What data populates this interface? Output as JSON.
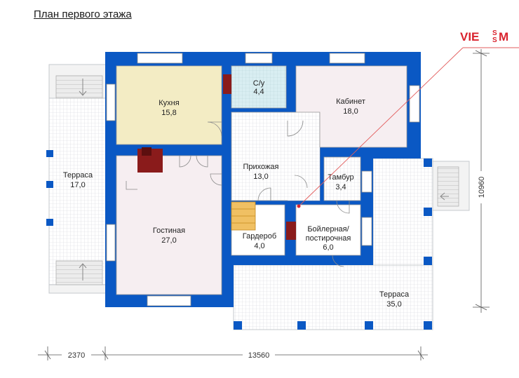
{
  "title": "План первого этажа",
  "logo": {
    "brand": "VIE",
    "letters_stack": [
      "S",
      "S"
    ],
    "tail": "M",
    "color": "#d9232e"
  },
  "colors": {
    "wall": "#0a58c4",
    "kitchen": "#f3ecc4",
    "room": "#f6eef1",
    "bath": "#d9eef2",
    "terrace_grid": "#cfd3d8",
    "hall": "#ffffff",
    "stairs": "#f0c063",
    "stove": "#8a1b1b"
  },
  "rooms": {
    "kitchen": {
      "name": "Кухня",
      "area": "15,8"
    },
    "bathroom": {
      "name": "С/у",
      "area": "4,4"
    },
    "office": {
      "name": "Кабинет",
      "area": "18,0"
    },
    "hall": {
      "name": "Прихожая",
      "area": "13,0"
    },
    "vestibule": {
      "name": "Тамбур",
      "area": "3,4"
    },
    "living": {
      "name": "Гостиная",
      "area": "27,0"
    },
    "wardrobe": {
      "name": "Гардероб",
      "area": "4,0"
    },
    "boiler": {
      "name_line1": "Бойлерная/",
      "name_line2": "постирочная",
      "area": "6,0"
    },
    "terrace_left": {
      "name": "Терраса",
      "area": "17,0"
    },
    "terrace_right": {
      "name": "Терраса",
      "area": "35,0"
    }
  },
  "dimensions": {
    "left_width": "2370",
    "main_width": "13560",
    "height": "10960"
  }
}
